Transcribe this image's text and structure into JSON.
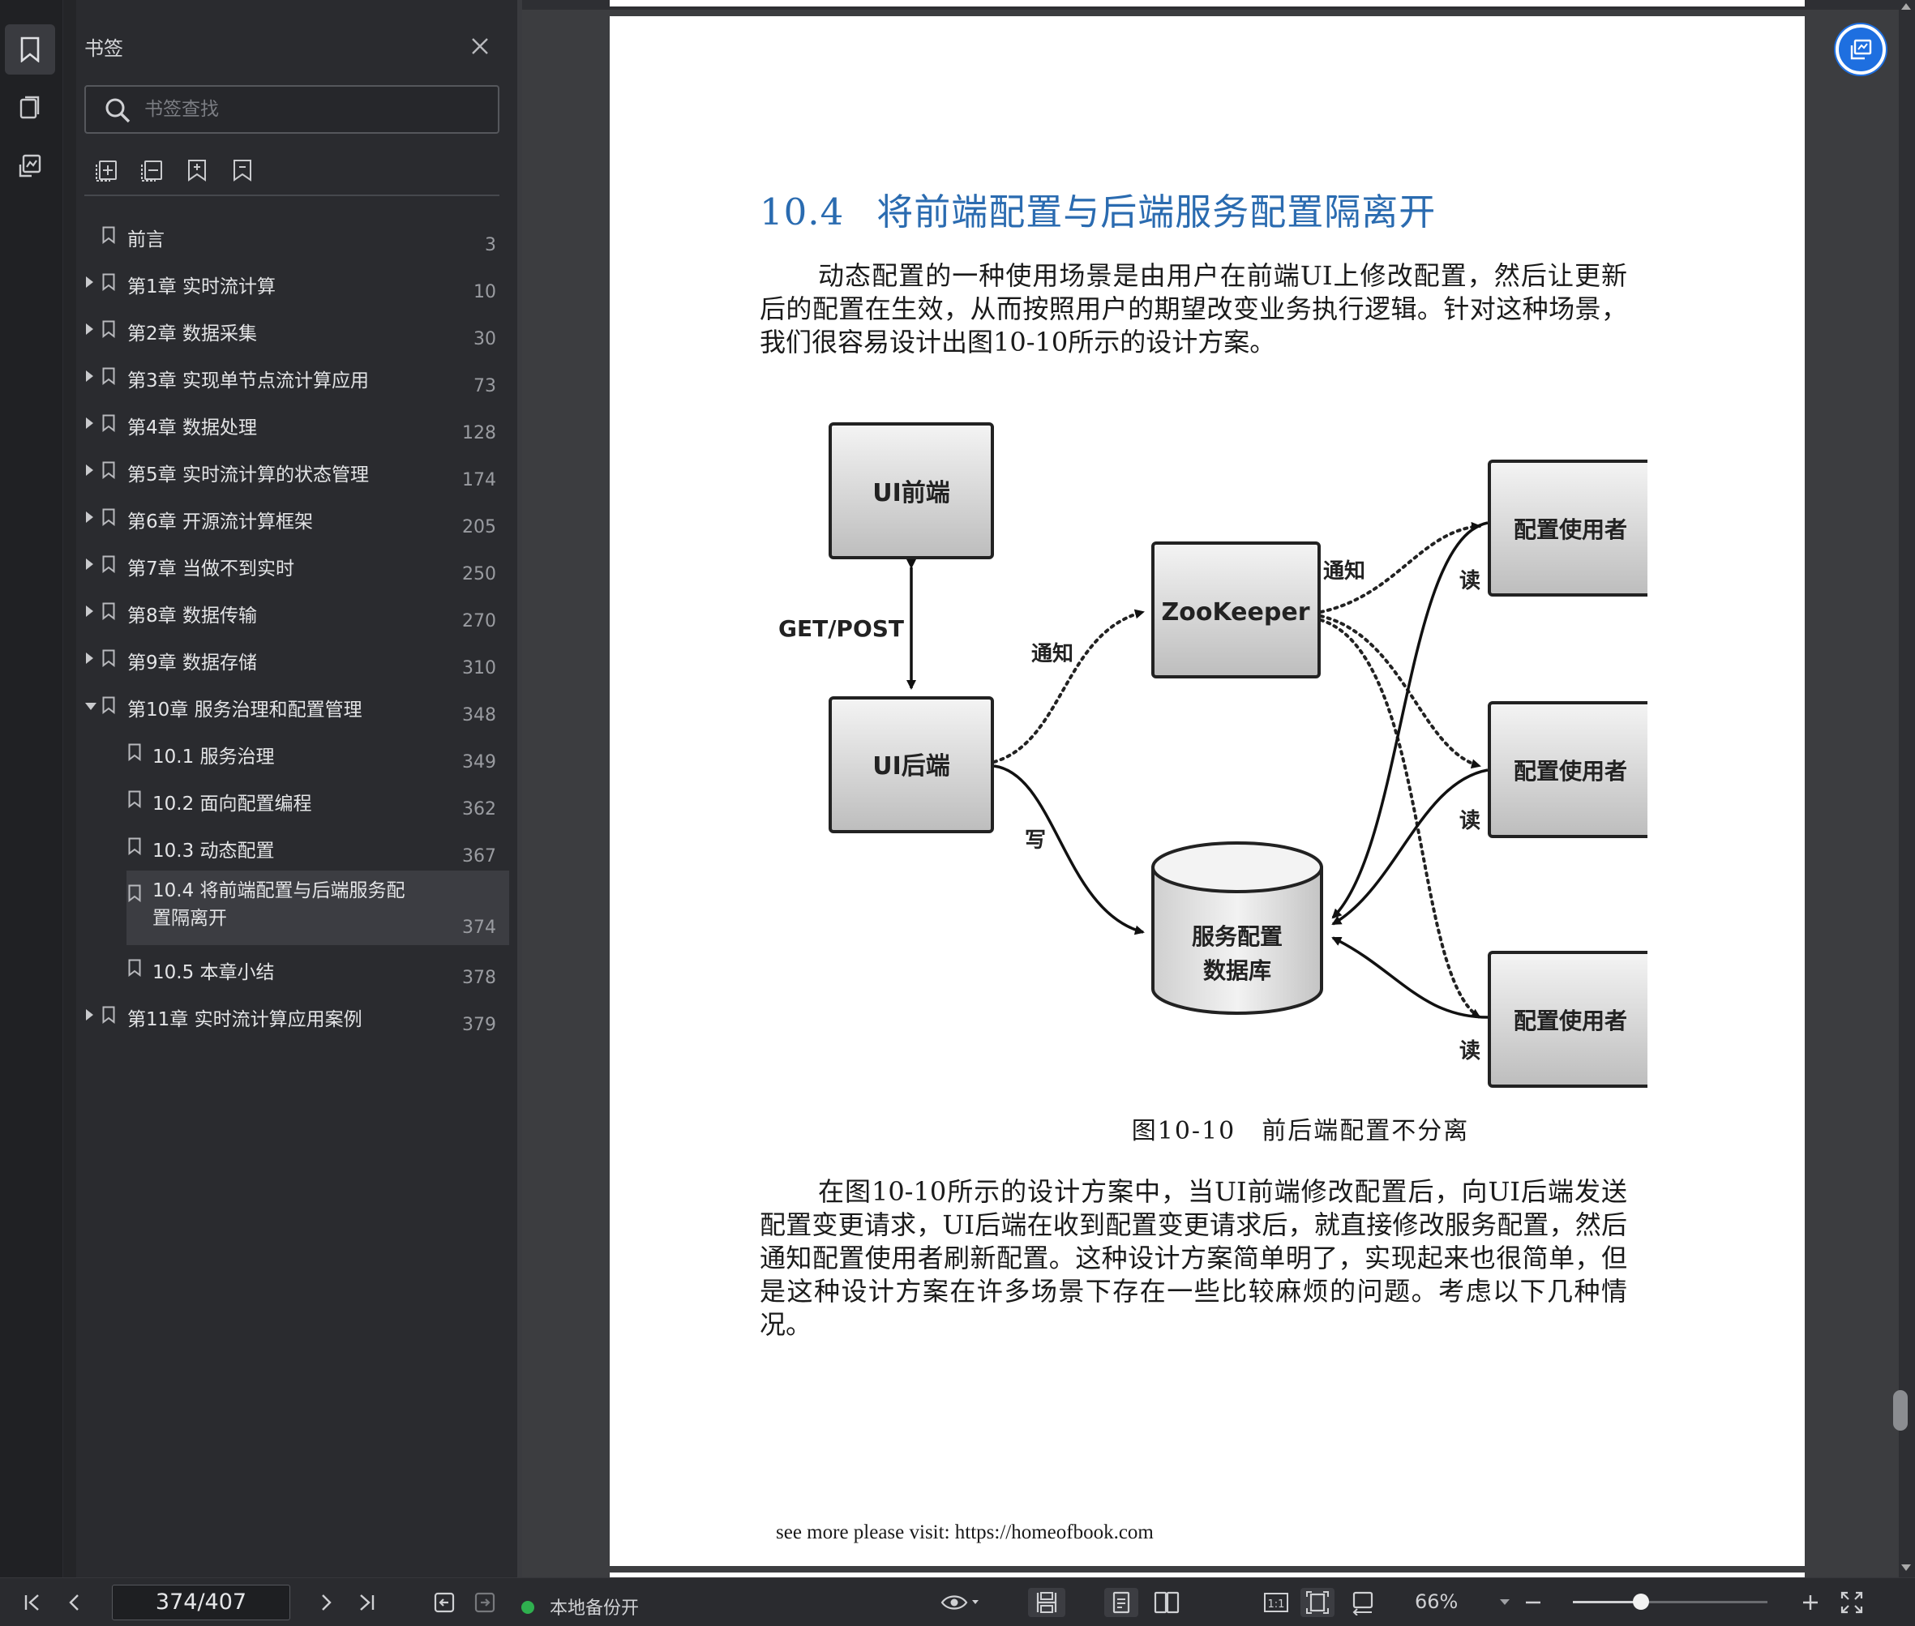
{
  "bookmarks_panel": {
    "title": "书签",
    "search_placeholder": "书签查找",
    "items": [
      {
        "label": "前言",
        "page": "3"
      },
      {
        "label": "第1章 实时流计算",
        "page": "10"
      },
      {
        "label": "第2章 数据采集",
        "page": "30"
      },
      {
        "label": "第3章 实现单节点流计算应用",
        "page": "73"
      },
      {
        "label": "第4章 数据处理",
        "page": "128"
      },
      {
        "label": "第5章 实时流计算的状态管理",
        "page": "174"
      },
      {
        "label": "第6章 开源流计算框架",
        "page": "205"
      },
      {
        "label": "第7章 当做不到实时",
        "page": "250"
      },
      {
        "label": "第8章 数据传输",
        "page": "270"
      },
      {
        "label": "第9章 数据存储",
        "page": "310"
      },
      {
        "label": "第10章 服务治理和配置管理",
        "page": "348"
      },
      {
        "label": "10.1 服务治理",
        "page": "349"
      },
      {
        "label": "10.2 面向配置编程",
        "page": "362"
      },
      {
        "label": "10.3 动态配置",
        "page": "367"
      },
      {
        "label": "10.4 将前端配置与后端服务配置隔离开",
        "page": "374"
      },
      {
        "label": "10.5 本章小结",
        "page": "378"
      },
      {
        "label": "第11章 实时流计算应用案例",
        "page": "379"
      }
    ]
  },
  "document": {
    "section_number": "10.4",
    "section_title": "将前端配置与后端服务配置隔离开",
    "para1": "动态配置的一种使用场景是由用户在前端UI上修改配置，然后让更新后的配置在生效，从而按照用户的期望改变业务执行逻辑。针对这种场景，我们很容易设计出图10-10所示的设计方案。",
    "figure": {
      "ui_frontend": "UI前端",
      "ui_backend": "UI后端",
      "zookeeper": "ZooKeeper",
      "db_line1": "服务配置",
      "db_line2": "数据库",
      "consumer": "配置使用者",
      "get_post": "GET/POST",
      "notify": "通知",
      "write": "写",
      "read": "读"
    },
    "caption": "图10-10　前后端配置不分离",
    "para2": "在图10-10所示的设计方案中，当UI前端修改配置后，向UI后端发送配置变更请求，UI后端在收到配置变更请求后，就直接修改服务配置，然后通知配置使用者刷新配置。这种设计方案简单明了，实现起来也很简单，但是这种设计方案在许多场景下存在一些比较麻烦的问题。考虑以下几种情况。",
    "footer": "see more please visit: https://homeofbook.com"
  },
  "statusbar": {
    "page_indicator": "374/407",
    "backup_status": "本地备份开",
    "zoom": "66%",
    "zoom_fraction": 0.35
  },
  "colors": {
    "heading_blue": "#2a6bb0",
    "accent_blue": "#1e6fe0",
    "backup_green": "#2fb04f"
  }
}
